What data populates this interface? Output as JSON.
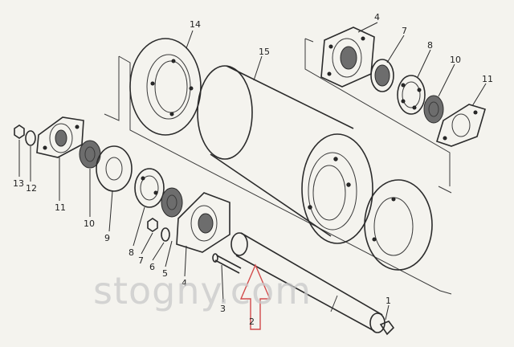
{
  "callouts": {
    "c1": "1",
    "c2": "2",
    "c3": "3",
    "c4a": "4",
    "c4b": "4",
    "c5": "5",
    "c6": "6",
    "c7a": "7",
    "c7b": "7",
    "c8a": "8",
    "c8b": "8",
    "c9": "9",
    "c10a": "10",
    "c10b": "10",
    "c11a": "11",
    "c11b": "11",
    "c12": "12",
    "c13": "13",
    "c14": "14",
    "c15": "15"
  },
  "watermark": "stogny.com",
  "arrow_color": "#d24a4a",
  "ink_color": "#2b2b2b"
}
